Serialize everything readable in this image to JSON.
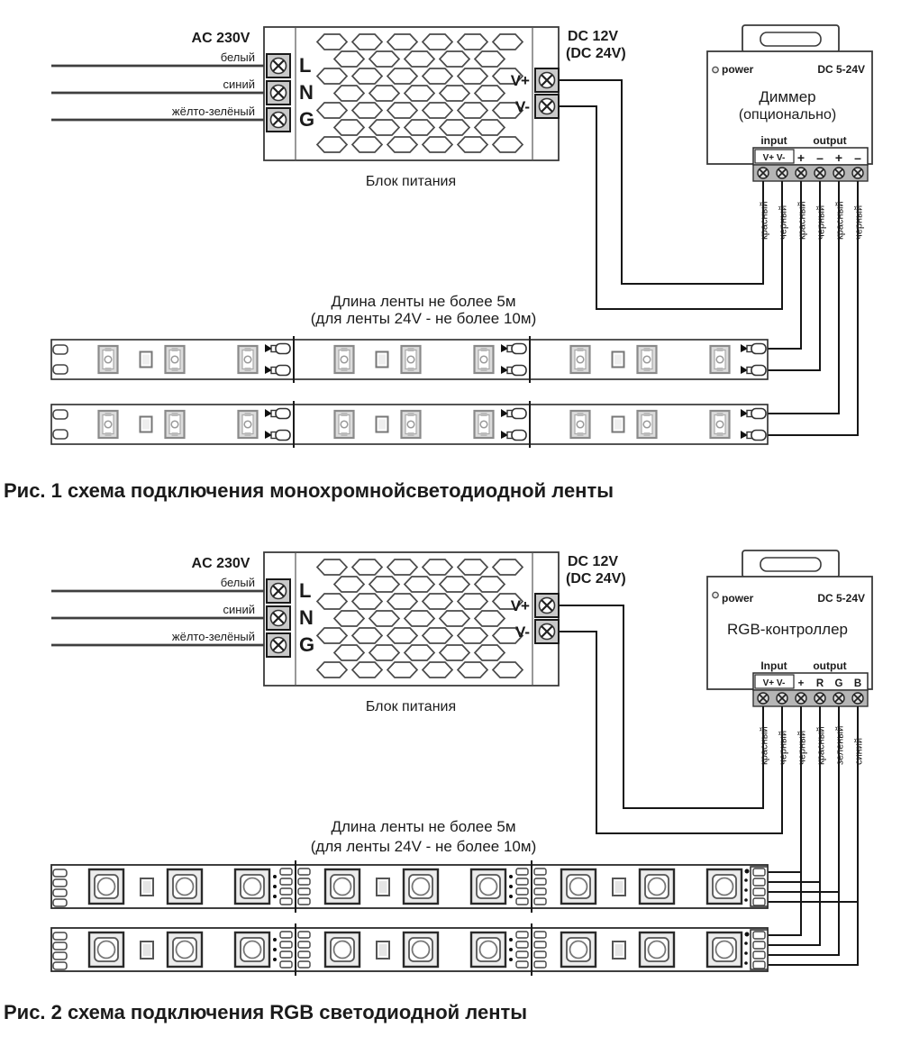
{
  "figure1": {
    "caption": "Рис. 1 схема подключения монохромнойсветодиодной ленты",
    "note_line1": "Длина ленты не более 5м",
    "note_line2": "(для ленты 24V - не более 10м)",
    "psu": {
      "name": "Блок питания",
      "ac_voltage": "AC 230V",
      "dc_voltage": "DC 12V",
      "dc_voltage_alt": "(DC 24V)",
      "wire_labels": [
        "белый",
        "синий",
        "жёлто-зелёный"
      ],
      "input_terminals": [
        "L",
        "N",
        "G"
      ],
      "output_terminals": [
        "V+",
        "V-"
      ]
    },
    "controller": {
      "power_label": "power",
      "voltage": "DC 5-24V",
      "title": "Диммер",
      "subtitle": "(опционально)",
      "input_label": "input",
      "output_label": "output",
      "input_terminals": "V+ V-",
      "output_terminals": [
        "+",
        "–",
        "+",
        "–"
      ],
      "wire_colors": [
        "красный",
        "черный",
        "красный",
        "черный",
        "красный",
        "черный"
      ]
    }
  },
  "figure2": {
    "caption": "Рис. 2 схема подключения RGB светодиодной ленты",
    "note_line1": "Длина ленты не более 5м",
    "note_line2": "(для ленты 24V - не более 10м)",
    "psu": {
      "name": "Блок питания",
      "ac_voltage": "AC 230V",
      "dc_voltage": "DC 12V",
      "dc_voltage_alt": "(DC 24V)",
      "wire_labels": [
        "белый",
        "синий",
        "жёлто-зелёный"
      ],
      "input_terminals": [
        "L",
        "N",
        "G"
      ],
      "output_terminals": [
        "V+",
        "V-"
      ]
    },
    "controller": {
      "power_label": "power",
      "voltage": "DC 5-24V",
      "title": "RGB-контроллер",
      "input_label": "Input",
      "output_label": "output",
      "input_terminals": "V+ V-",
      "output_terminals": [
        "+",
        "R",
        "G",
        "B"
      ],
      "wire_colors": [
        "красный",
        "черный",
        "черный",
        "красный",
        "зеленый",
        "синий"
      ]
    }
  }
}
